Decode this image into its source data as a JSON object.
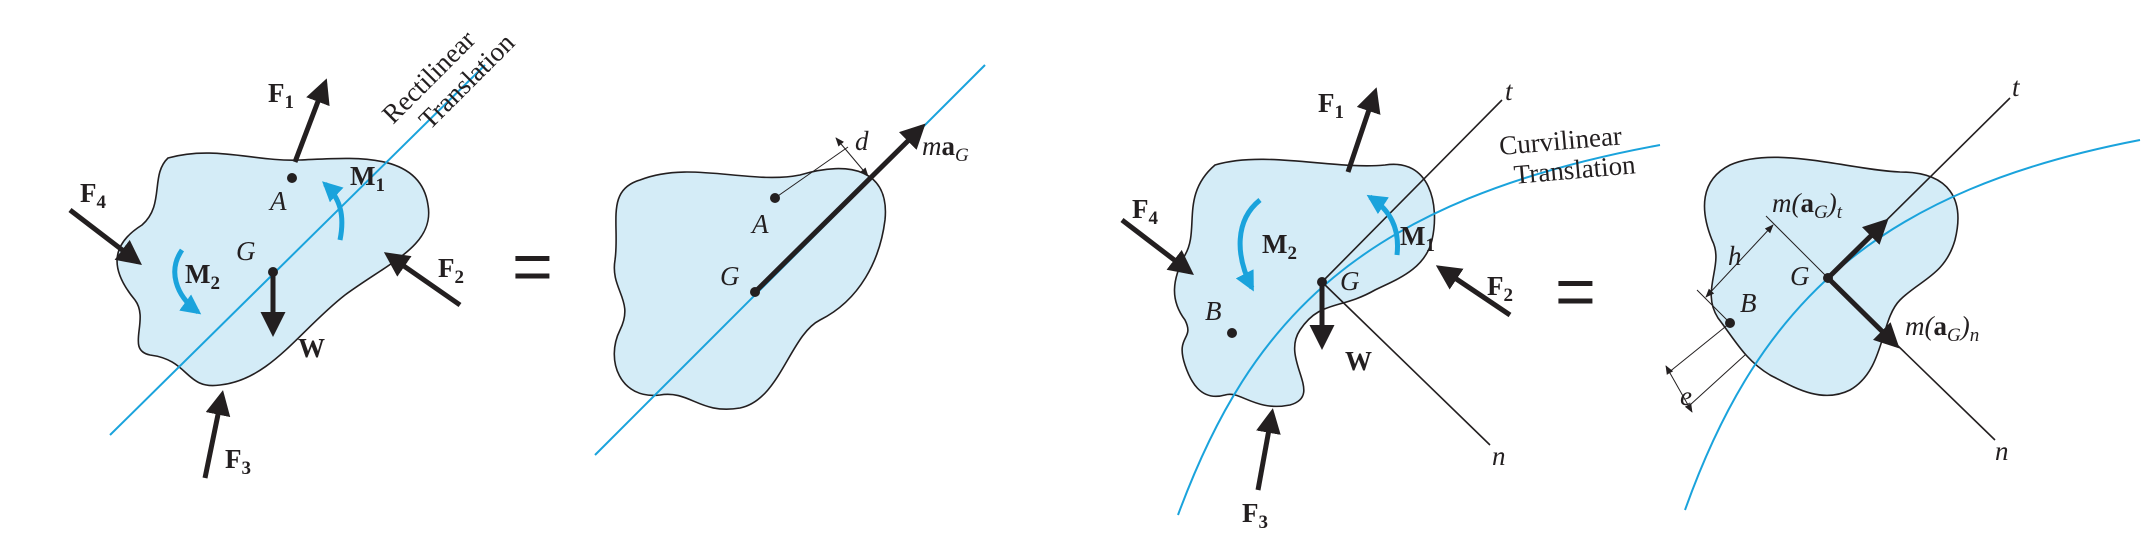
{
  "colors": {
    "body_fill": "#d4ecf7",
    "path_line": "#1aa3dc",
    "moment_arrow": "#1aa3dc",
    "ink": "#231f20"
  },
  "equals_sign": "=",
  "panel1": {
    "path_label_line1": "Rectilinear",
    "path_label_line2": "Translation",
    "forces": [
      {
        "symbol": "F",
        "sub": "1"
      },
      {
        "symbol": "F",
        "sub": "2"
      },
      {
        "symbol": "F",
        "sub": "3"
      },
      {
        "symbol": "F",
        "sub": "4"
      }
    ],
    "moments": [
      {
        "symbol": "M",
        "sub": "1"
      },
      {
        "symbol": "M",
        "sub": "2"
      }
    ],
    "weight": "W",
    "points": [
      "A",
      "G"
    ]
  },
  "panel2": {
    "points": [
      "A",
      "G"
    ],
    "distance": "d",
    "inertia_vector": {
      "prefix": "m",
      "bold": "a",
      "sub": "G"
    }
  },
  "panel3": {
    "path_label_line1": "Curvilinear",
    "path_label_line2": "Translation",
    "axis_t": "t",
    "axis_n": "n",
    "forces": [
      {
        "symbol": "F",
        "sub": "1"
      },
      {
        "symbol": "F",
        "sub": "2"
      },
      {
        "symbol": "F",
        "sub": "3"
      },
      {
        "symbol": "F",
        "sub": "4"
      }
    ],
    "moments": [
      {
        "symbol": "M",
        "sub": "1"
      },
      {
        "symbol": "M",
        "sub": "2"
      }
    ],
    "weight": "W",
    "points": [
      "B",
      "G"
    ]
  },
  "panel4": {
    "axis_t": "t",
    "axis_n": "n",
    "points": [
      "B",
      "G"
    ],
    "distance_h": "h",
    "distance_e": "e",
    "tangential": {
      "prefix": "m(",
      "bold": "a",
      "sub": "G",
      "close": ")",
      "tail_sub": "t"
    },
    "normal": {
      "prefix": "m(",
      "bold": "a",
      "sub": "G",
      "close": ")",
      "tail_sub": "n"
    }
  }
}
